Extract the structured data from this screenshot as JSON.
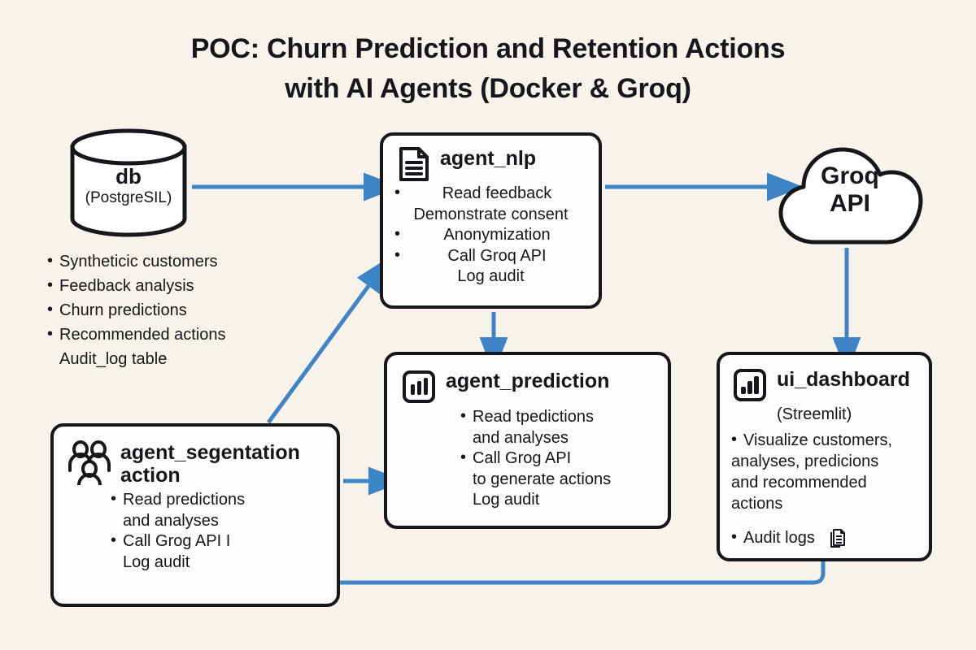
{
  "title": "POC: Churn Prediction and Retention Actions\nwith AI Agents (Docker & Groq)",
  "colors": {
    "background": "#f8f3ea",
    "node_fill": "#fdfcfa",
    "stroke": "#15171c",
    "arrow": "#3d85c6"
  },
  "db": {
    "name": "db",
    "subtitle": "(PostgreSIL)",
    "icon": "database-cylinder-icon",
    "bullets": [
      {
        "text": "Syntheticic customers",
        "bulleted": true
      },
      {
        "text": "Feedback analysis",
        "bulleted": true
      },
      {
        "text": "Churn predictions",
        "bulleted": true
      },
      {
        "text": "Recommended actions",
        "bulleted": true
      },
      {
        "text": "Audit_log table",
        "bulleted": false
      }
    ]
  },
  "agent_nlp": {
    "title": "agent_nlp",
    "icon": "document-icon",
    "bullets": [
      {
        "text": "Read feedback",
        "bulleted": true
      },
      {
        "text": "Demonstrate consent",
        "bulleted": false
      },
      {
        "text": "Anonymization",
        "bulleted": true
      },
      {
        "text": "Call Groq API",
        "bulleted": true
      },
      {
        "text": "Log audit",
        "bulleted": false
      }
    ]
  },
  "groq": {
    "label": "Groq\nAPI",
    "icon": "cloud-icon"
  },
  "agent_prediction": {
    "title": "agent_prediction",
    "icon": "bar-chart-icon",
    "bullets": [
      {
        "text": "Read tpedictions",
        "bulleted": true
      },
      {
        "text": "and analyses",
        "bulleted": false
      },
      {
        "text": "Call Grog API",
        "bulleted": true
      },
      {
        "text": "to generate actions",
        "bulleted": false
      },
      {
        "text": "Log audit",
        "bulleted": false
      }
    ]
  },
  "ui_dashboard": {
    "title": "ui_dashboard",
    "subtitle": "(Streemlit)",
    "icon": "bar-chart-filled-icon",
    "bullets": [
      {
        "text": "Visualize customers,",
        "bulleted": true
      },
      {
        "text": "analyses, predicions",
        "bulleted": false
      },
      {
        "text": "and recommended",
        "bulleted": false
      },
      {
        "text": "actions",
        "bulleted": false
      }
    ],
    "audit_label": "Audit logs",
    "audit_icon": "documents-copy-icon"
  },
  "agent_segmentation": {
    "title": "agent_segentation\naction",
    "icon": "people-group-icon",
    "bullets": [
      {
        "text": "Read predictions",
        "bulleted": true
      },
      {
        "text": "and analyses",
        "bulleted": false
      },
      {
        "text": "Call Grog API I",
        "bulleted": true
      },
      {
        "text": "Log audit",
        "bulleted": false
      }
    ]
  },
  "connections": [
    {
      "from": "db",
      "to": "agent_nlp"
    },
    {
      "from": "agent_nlp",
      "to": "groq"
    },
    {
      "from": "agent_nlp",
      "to": "agent_prediction"
    },
    {
      "from": "groq",
      "to": "ui_dashboard"
    },
    {
      "from": "agent_segmentation",
      "to": "agent_nlp"
    },
    {
      "from": "agent_segmentation",
      "to": "agent_prediction"
    },
    {
      "from": "agent_segmentation",
      "to": "ui_dashboard"
    }
  ]
}
